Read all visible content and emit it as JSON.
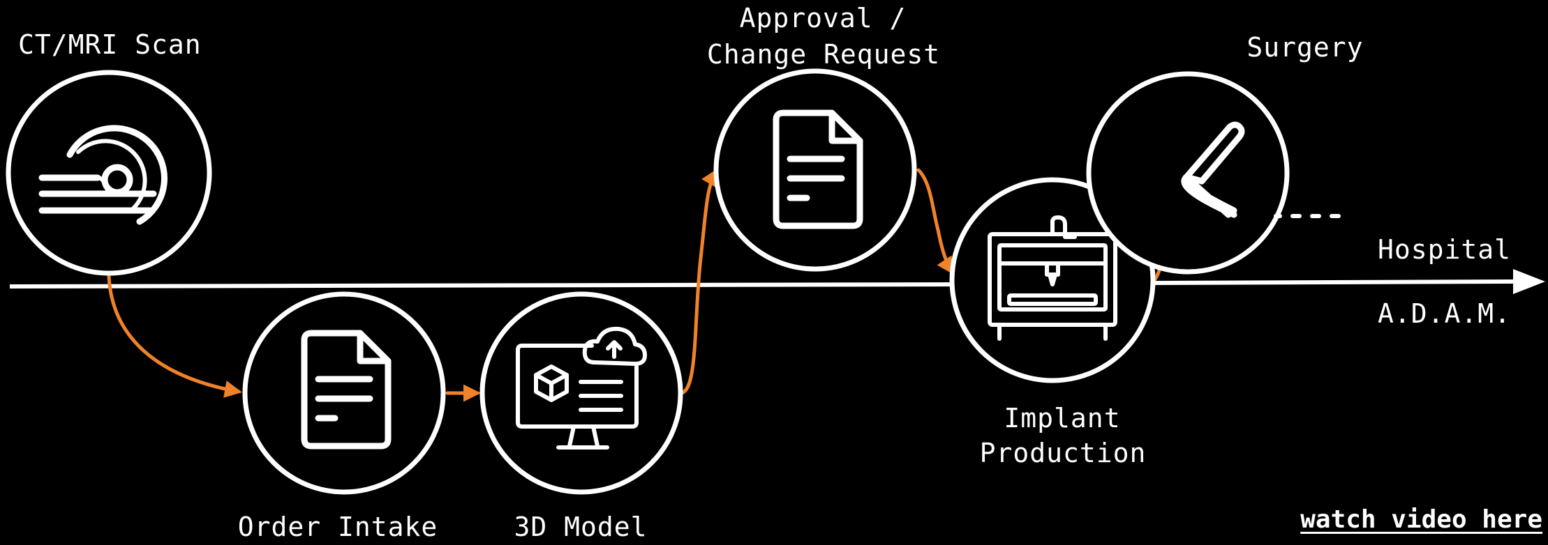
{
  "colors": {
    "background": "#000000",
    "foreground": "#FFFFFF",
    "flow_arrow": "#F08329"
  },
  "steps": {
    "ct_mri_scan": {
      "label": "CT/MRI Scan",
      "icon": "mri-scanner-icon"
    },
    "order_intake": {
      "label": "Order Intake",
      "icon": "document-icon"
    },
    "model_3d": {
      "label": "3D Model",
      "icon": "monitor-cloud-cube-icon"
    },
    "approval": {
      "label_line1": "Approval /",
      "label_line2": "Change Request",
      "icon": "document-icon"
    },
    "implant_production": {
      "label_line1": "Implant",
      "label_line2": "Production",
      "icon": "3d-printer-icon"
    },
    "surgery": {
      "label": "Surgery",
      "icon": "scalpel-icon"
    }
  },
  "lanes": {
    "upper": "Hospital",
    "lower": "A.D.A.M."
  },
  "video_link": "watch video here"
}
